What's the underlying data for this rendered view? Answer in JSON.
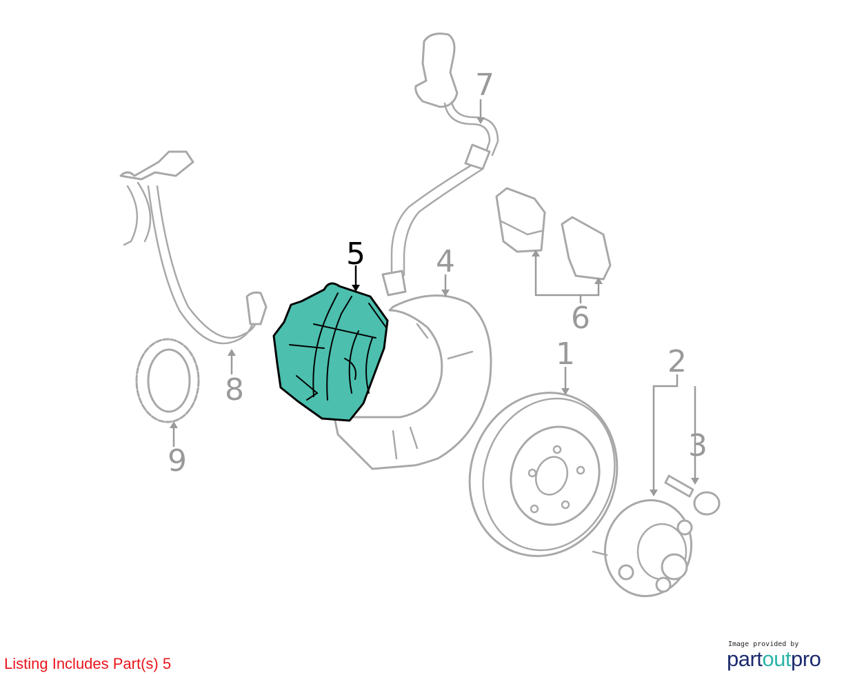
{
  "diagram": {
    "callouts": [
      {
        "number": "1",
        "part": "rotor"
      },
      {
        "number": "2",
        "part": "hub"
      },
      {
        "number": "3",
        "part": "wheel-stud"
      },
      {
        "number": "4",
        "part": "splash-shield"
      },
      {
        "number": "5",
        "part": "caliper"
      },
      {
        "number": "6",
        "part": "brake-pads"
      },
      {
        "number": "7",
        "part": "brake-hose"
      },
      {
        "number": "8",
        "part": "abs-sensor"
      },
      {
        "number": "9",
        "part": "tone-ring"
      }
    ],
    "highlighted_part": "5",
    "highlight_color": "#4cbfae"
  },
  "footer": {
    "listing_text": "Listing Includes Part(s) 5",
    "listing_color": "#e8141b",
    "credit_small": "Image provided by",
    "brand": {
      "part1": "part",
      "part2": "out",
      "part3": "pro"
    },
    "brand_colors": {
      "dark": "#1c2a6e",
      "teal": "#2bb5a6"
    }
  }
}
